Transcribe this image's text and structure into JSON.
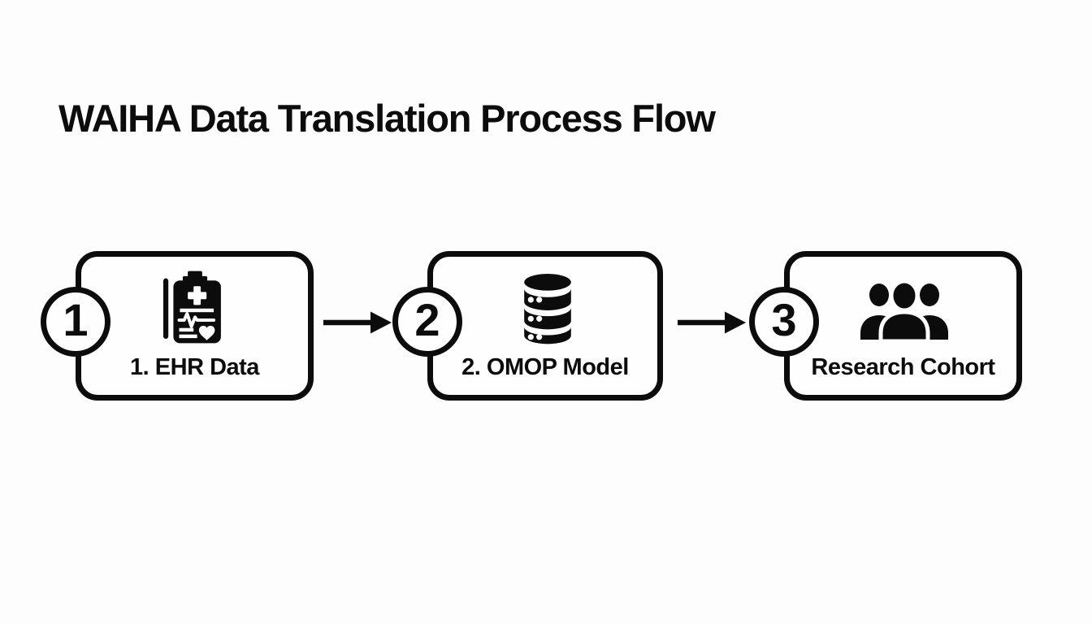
{
  "title": "WAIHA Data Translation Process Flow",
  "flow": {
    "steps": [
      {
        "number": "1",
        "label": "1. EHR Data",
        "icon": "medical-clipboard-icon"
      },
      {
        "number": "2",
        "label": "2. OMOP Model",
        "icon": "database-icon"
      },
      {
        "number": "3",
        "label": "Research Cohort",
        "icon": "people-group-icon"
      }
    ],
    "connectors": [
      "arrow-right",
      "arrow-right"
    ]
  },
  "colors": {
    "ink": "#0c0c0c",
    "background": "#fdfdfd",
    "box_fill": "#fefefe"
  }
}
